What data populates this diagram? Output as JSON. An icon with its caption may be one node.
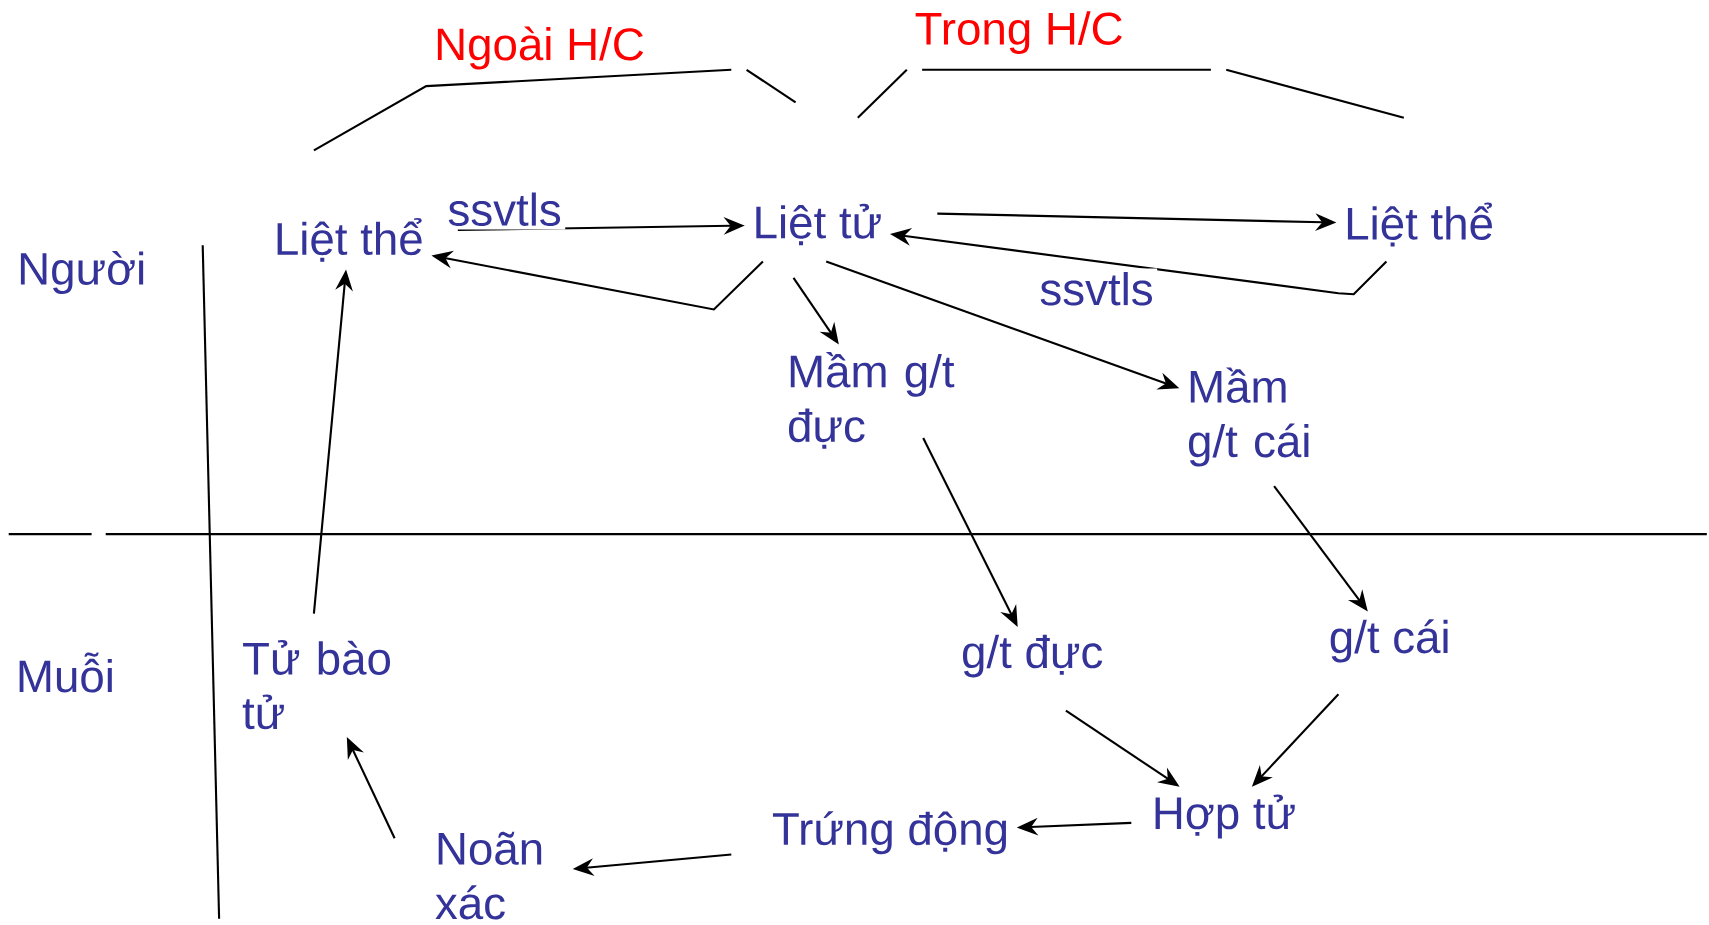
{
  "diagram": {
    "nodes": [
      {
        "text": [
          "Liệt thể"
        ]
      },
      {
        "text": [
          "Liệt tử"
        ]
      },
      {
        "text": [
          "Liệt thể"
        ]
      },
      {
        "text": [
          "Mầm g/t đực"
        ]
      },
      {
        "text": [
          "Mầm g/t cái"
        ]
      },
      {
        "text": [
          "g/t đực"
        ]
      },
      {
        "text": [
          "g/t cái"
        ]
      },
      {
        "text": [
          "Hợp tử"
        ]
      },
      {
        "text": [
          "Trứng động"
        ]
      },
      {
        "text": [
          "Noãn xác"
        ]
      },
      {
        "text": [
          "Tử bào tử"
        ]
      }
    ],
    "edges": [
      {
        "from": 0,
        "to": 1,
        "arrow": "to",
        "label": "ssvtls"
      },
      {
        "from": 1,
        "to": 0,
        "arrow": "to"
      },
      {
        "from": 1,
        "to": 2,
        "arrow": "to"
      },
      {
        "from": 2,
        "to": 1,
        "arrow": "to",
        "label": "ssvtls"
      },
      {
        "from": 1,
        "to": 3,
        "arrow": "to"
      },
      {
        "from": 1,
        "to": 4,
        "arrow": "to"
      },
      {
        "from": 3,
        "to": 5,
        "arrow": "to"
      },
      {
        "from": 4,
        "to": 6,
        "arrow": "to"
      },
      {
        "from": 5,
        "to": 7,
        "arrow": "to"
      },
      {
        "from": 6,
        "to": 7,
        "arrow": "to"
      },
      {
        "from": 7,
        "to": 8,
        "arrow": "to"
      },
      {
        "from": 8,
        "to": 9,
        "arrow": "to"
      },
      {
        "from": 9,
        "to": 10,
        "arrow": "to"
      },
      {
        "from": 10,
        "to": 0,
        "arrow": "to"
      }
    ],
    "labels": [
      "Trong H/C",
      "Ngoài H/C",
      "Người",
      "Muỗi"
    ]
  }
}
